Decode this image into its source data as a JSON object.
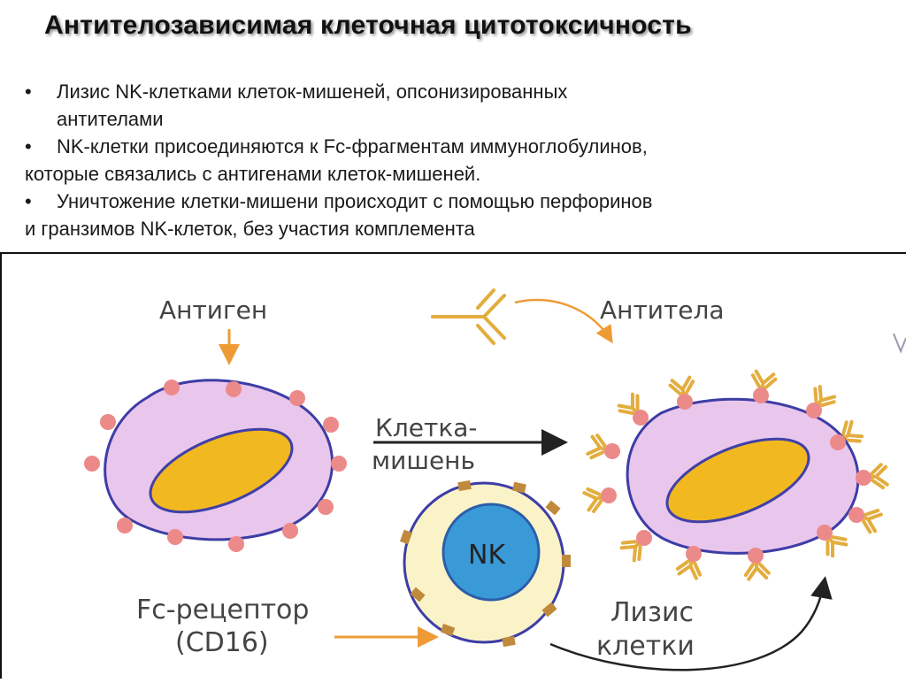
{
  "slide": {
    "title": "Антителозависимая клеточная цитотоксичность",
    "bullet_symbol": "•",
    "bullets": [
      {
        "line1": "Лизис NK-клетками клеток-мишеней, опсонизированных",
        "line2": "антителами"
      },
      {
        "line1": "NK-клетки присоединяются к Fc-фрагментам иммуноглобулинов,",
        "line2": "которые связались с антигенами клеток-мишеней."
      },
      {
        "line1": "Уничтожение клетки-мишени происходит с помощью перфоринов",
        "line2": "и гранзимов NK-клеток, без участия комплемента"
      }
    ]
  },
  "diagram": {
    "labels": {
      "antigen": "Антиген",
      "antibodies": "Антитела",
      "target_cell_line1": "Клетка-",
      "target_cell_line2": "мишень",
      "nk": "NK",
      "fc_receptor_line1": "Fc-рецептор",
      "fc_receptor_line2": "(CD16)",
      "lysis_line1": "Лизис",
      "lysis_line2": "клетки"
    },
    "colors": {
      "cell_fill": "#e9c6ec",
      "cell_stroke": "#3d3da6",
      "nucleus_fill": "#f2b820",
      "nucleus_stroke": "#4040a8",
      "antigen_dot": "#ec8a8a",
      "antibody": "#e3ad3e",
      "nk_outer": "#fbf3c8",
      "nk_inner": "#3a9ad8",
      "receptor": "#c08a3c",
      "arrow_orange": "#ef9b35",
      "label_gray": "#444444"
    }
  }
}
